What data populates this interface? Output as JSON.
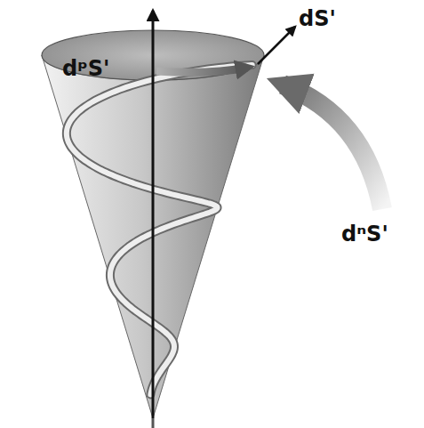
{
  "diagram": {
    "labels": [
      "dS'",
      "dᵖS'",
      "dⁿS'"
    ]
  }
}
